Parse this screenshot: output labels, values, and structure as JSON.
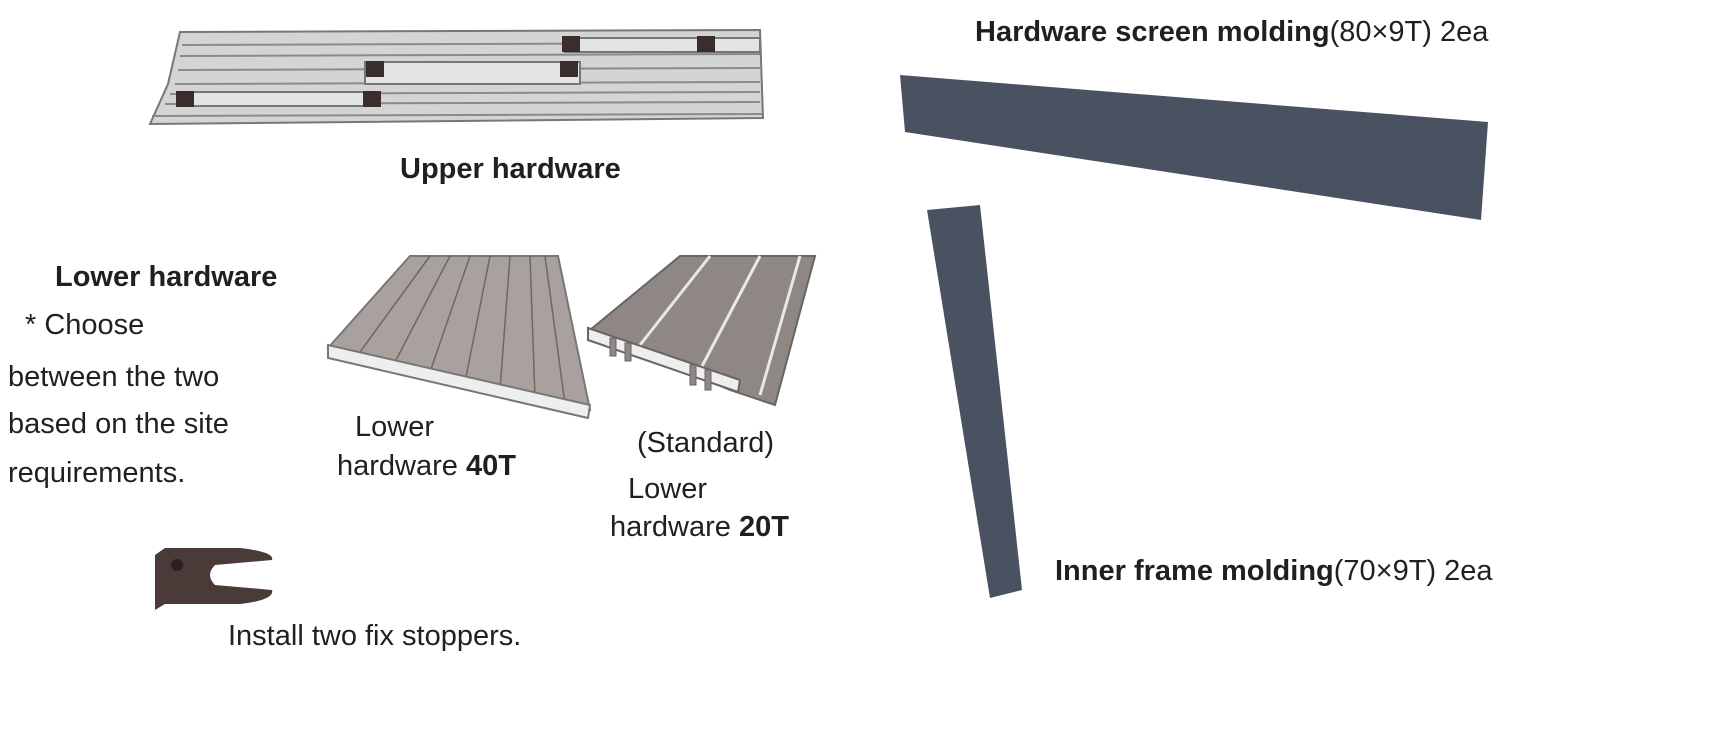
{
  "upper": {
    "label": "Upper hardware"
  },
  "lower": {
    "title": "Lower hardware",
    "note": [
      "*  Choose",
      "between  the  two",
      "based on the site",
      "requirements."
    ],
    "option_40t": {
      "line1": "Lower",
      "line2_prefix": "hardware ",
      "line2_bold": "40T"
    },
    "option_20t": {
      "line0": "(Standard)",
      "line1": "Lower",
      "line2_prefix": "hardware ",
      "line2_bold": "20T"
    }
  },
  "stopper": {
    "label": "Install two fix stoppers."
  },
  "screen_molding": {
    "name": "Hardware screen molding",
    "spec": "(80×9T) 2ea"
  },
  "inner_molding": {
    "name": "Inner frame molding",
    "spec": "(70×9T) 2ea"
  },
  "colors": {
    "molding": "#4a5261",
    "aluminum": "#c9c9c9",
    "lower_profile": "#a9a19d",
    "stopper": "#4a3b38"
  }
}
